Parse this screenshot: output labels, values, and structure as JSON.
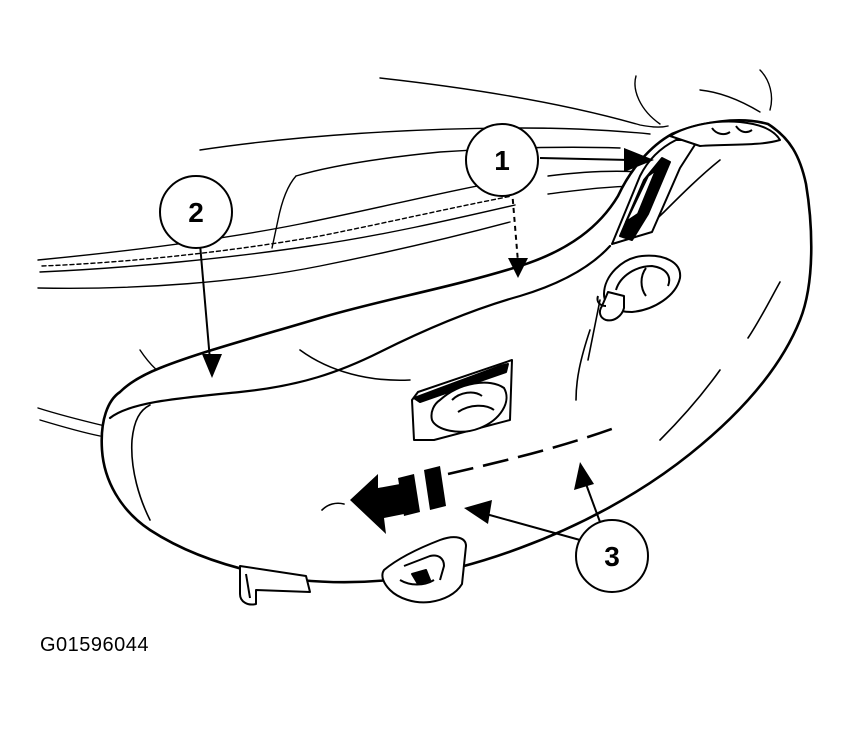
{
  "figure_id": "G01596044",
  "callouts": [
    {
      "label": "1"
    },
    {
      "label": "2"
    },
    {
      "label": "3"
    }
  ],
  "colors": {
    "line": "#000000",
    "background": "#ffffff"
  }
}
